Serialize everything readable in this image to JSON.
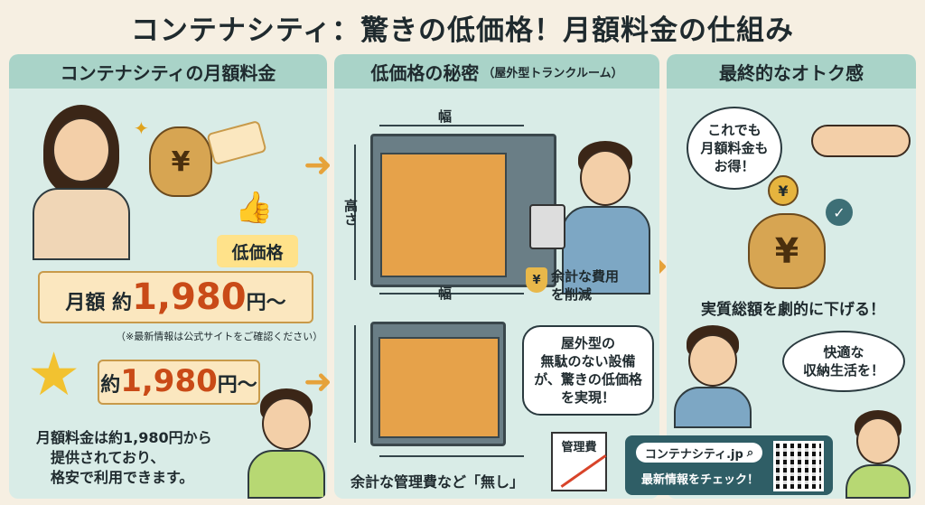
{
  "title": "コンテナシティ：驚きの低価格！月額料金の仕組み",
  "panel1": {
    "heading": "コンテナシティの月額料金",
    "low_price_label": "低価格",
    "price_tag": {
      "prefix": "月額 約",
      "number": "1,980",
      "unit": "円〜"
    },
    "note": "（※最新情報は公式サイトをご確認ください）",
    "star_price": {
      "prefix": "約",
      "number": "1,980",
      "unit": "円〜"
    },
    "description": [
      "月額料金は約1,980円から",
      "提供されており、",
      "格安で利用できます。"
    ]
  },
  "panel2": {
    "heading": "低価格の秘密",
    "heading_sub": "（屋外型トランクルーム）",
    "width_label": "幅",
    "height_label": "高さ",
    "width_label2": "幅",
    "cost_cut": [
      "余計な費用",
      "を削減"
    ],
    "bubble": [
      "屋外型の",
      "無駄のない設備",
      "が、驚きの低価格",
      "を実現！"
    ],
    "no_fee": "余計な管理費など「無し」",
    "fee_box": "管理費"
  },
  "panel3": {
    "heading": "最終的なオトク感",
    "bubble_top": [
      "これでも",
      "月額料金も",
      "お得！"
    ],
    "reduce": "実質総額を劇的に下げる！",
    "bubble_bottom": [
      "快適な",
      "収納生活を！"
    ],
    "url": "コンテナシティ.jp",
    "cta": "最新情報をチェック！"
  },
  "colors": {
    "accent": "#c94a17",
    "panel": "#d9ece7",
    "header": "#a9d3c8",
    "tag": "#fbe7bf"
  }
}
